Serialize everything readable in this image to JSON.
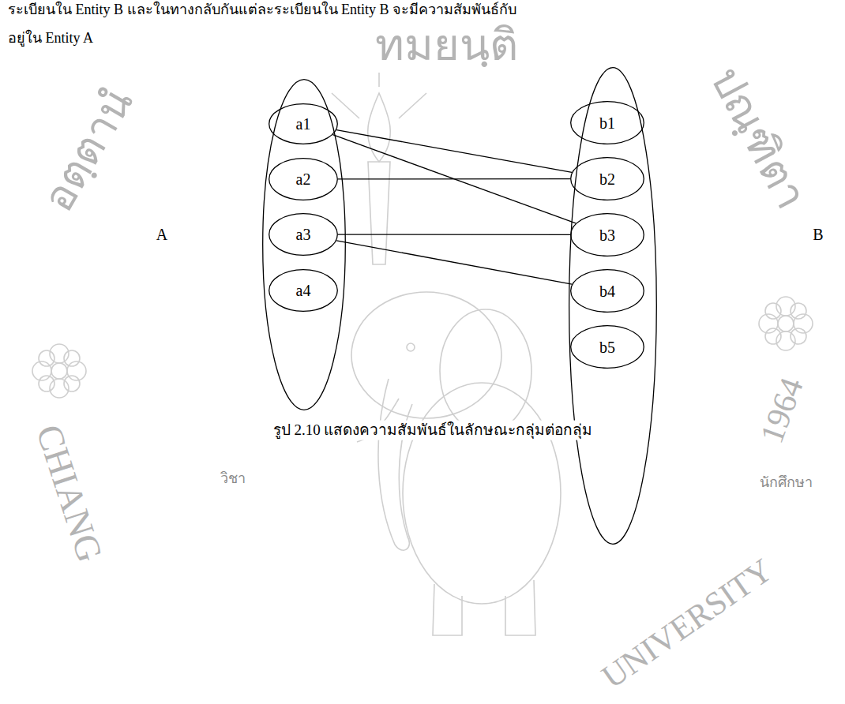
{
  "diagram": {
    "caption": "รูป 2.10 แสดงความสัมพันธ์ในลักษณะกลุ่มต่อกลุ่ม",
    "nodes": [
      {
        "text": [
          "A"
        ]
      },
      {
        "text": [
          "a1"
        ],
        "in": 0
      },
      {
        "text": [
          "a2"
        ],
        "in": 0
      },
      {
        "text": [
          "a3"
        ],
        "in": 0
      },
      {
        "text": [
          "a4"
        ],
        "in": 0
      },
      {
        "text": [
          "B"
        ]
      },
      {
        "text": [
          "b1"
        ],
        "in": 5
      },
      {
        "text": [
          "b2"
        ],
        "in": 5
      },
      {
        "text": [
          "b3"
        ],
        "in": 5
      },
      {
        "text": [
          "b4"
        ],
        "in": 5
      },
      {
        "text": [
          "b5"
        ],
        "in": 5
      }
    ],
    "edges": [
      {
        "from": 1,
        "to": 7,
        "arrow": "none"
      },
      {
        "from": 1,
        "to": 8,
        "arrow": "none"
      },
      {
        "from": 2,
        "to": 7,
        "arrow": "none"
      },
      {
        "from": 3,
        "to": 8,
        "arrow": "none"
      },
      {
        "from": 3,
        "to": 9,
        "arrow": "none"
      }
    ],
    "labels": [
      "ระเบียนใน Entity B และในทางกลับกันแต่ละระเบียนใน Entity B จะมีความสัมพันธ์กับ",
      "อยู่ใน Entity A",
      "อตฺตานํ",
      "ทมยนฺติ",
      "ปณฺฑิตา",
      "CHIANG",
      "UNIVERSITY",
      "1964",
      "วิชา",
      "นักศึกษา"
    ]
  }
}
